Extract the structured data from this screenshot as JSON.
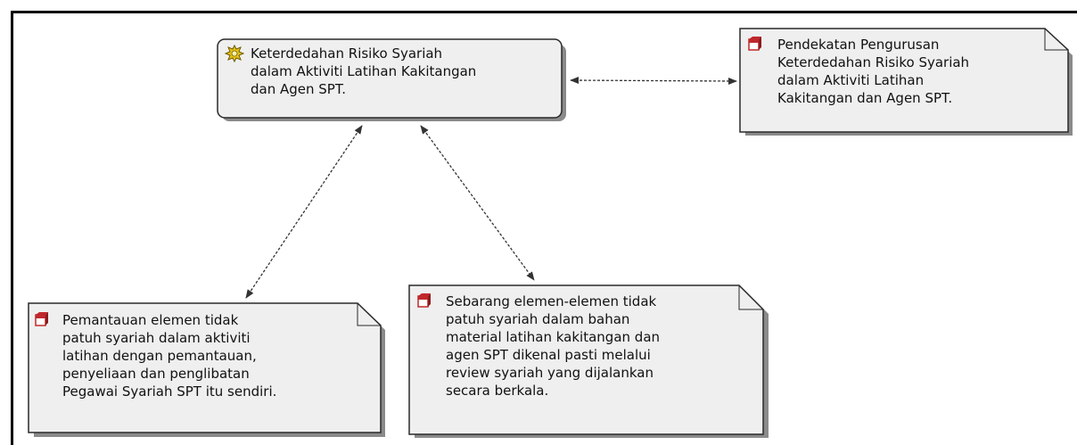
{
  "colors": {
    "frame": "#000000",
    "node_fill": "#efefef",
    "node_stroke": "#2a2a2a",
    "shadow": "#8a8a8a",
    "connector": "#333333",
    "note_icon": "#c0282c",
    "risk_icon": "#e7c21a"
  },
  "diagram": {
    "central": {
      "icon": "risk-gear-icon",
      "text": "Keterdedahan Risiko Syariah\ndalam Aktiviti Latihan Kakitangan\ndan Agen SPT."
    },
    "approach": {
      "icon": "note-icon",
      "text": "Pendekatan Pengurusan\nKeterdedahan Risiko Syariah\ndalam Aktiviti Latihan\nKakitangan dan Agen SPT."
    },
    "monitoring": {
      "icon": "note-icon",
      "text": "Pemantauan elemen tidak\npatuh syariah dalam aktiviti\nlatihan dengan pemantauan,\npenyeliaan dan penglibatan\nPegawai Syariah SPT itu sendiri."
    },
    "review": {
      "icon": "note-icon",
      "text": "Sebarang elemen-elemen tidak\npatuh syariah dalam bahan\nmaterial latihan kakitangan dan\nagen SPT dikenal pasti melalui\nreview syariah yang dijalankan\nsecara berkala."
    }
  }
}
